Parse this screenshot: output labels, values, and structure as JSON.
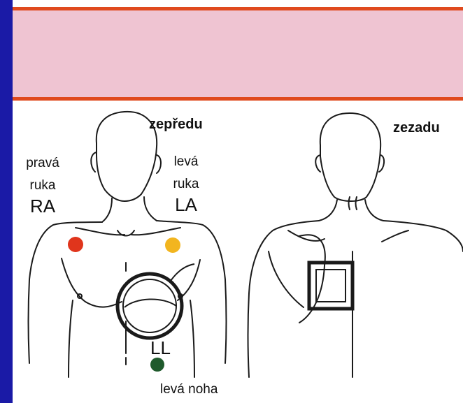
{
  "front": {
    "title": "zepředu",
    "right_arm": {
      "line1": "pravá",
      "line2": "ruka",
      "code": "RA"
    },
    "left_arm": {
      "line1": "levá",
      "line2": "ruka",
      "code": "LA"
    },
    "left_leg": {
      "code": "LL",
      "name": "levá noha"
    }
  },
  "back": {
    "title": "zezadu"
  },
  "colors": {
    "frame_blue": "#1a1aa6",
    "header_pink": "#efc4d2",
    "header_rule": "#e04a1e",
    "electrode_ra": "#e0351c",
    "electrode_la": "#f2b51f",
    "electrode_ll": "#1f5a2c"
  }
}
